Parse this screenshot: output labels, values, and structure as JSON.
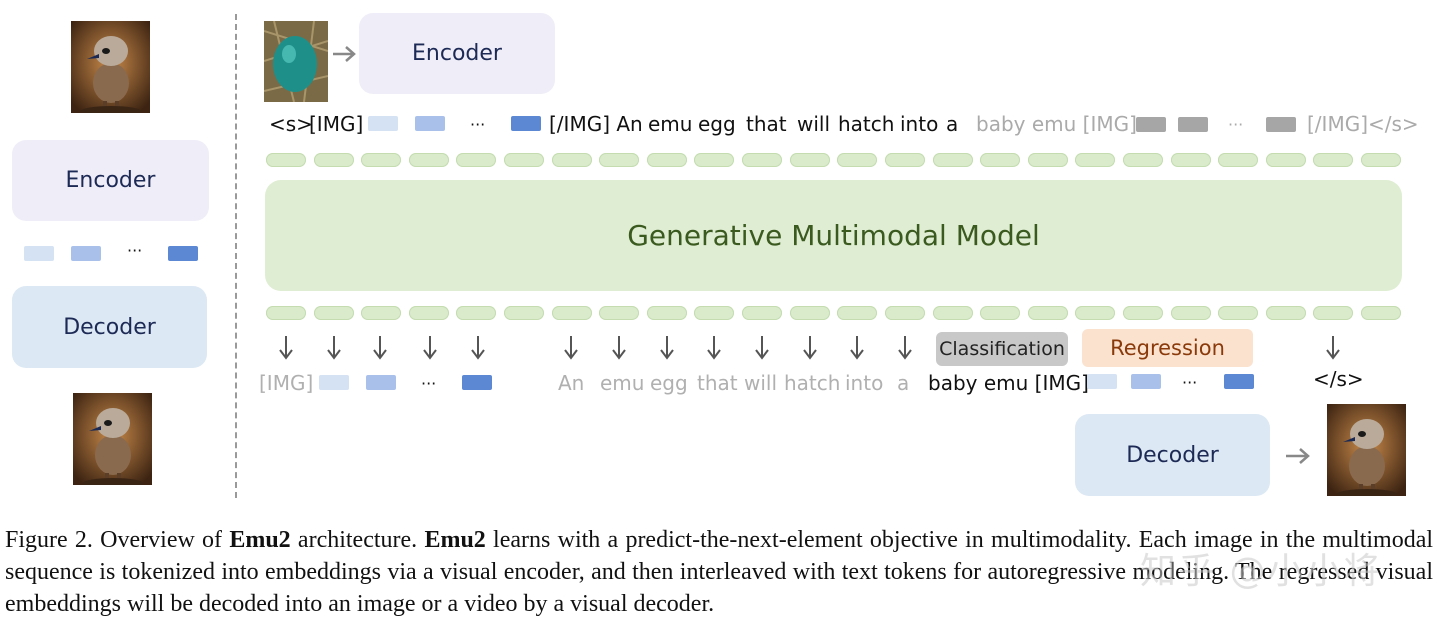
{
  "colors": {
    "encoder_bg": "#efeef8",
    "decoder_bg": "#dce8f4",
    "model_bg": "#dfedd2",
    "model_text": "#3a5a1f",
    "pill": "#d9ebcb",
    "emb_light": "#d5e2f3",
    "emb_mid": "#a9c1ea",
    "emb_dark": "#5c87d2",
    "emb_gray": "#a6a6a6",
    "classification_bg": "#c8c8c8",
    "regression_bg": "#fbe2cf",
    "regression_text": "#8a3a0a"
  },
  "left_panel": {
    "encoder_label": "Encoder",
    "decoder_label": "Decoder",
    "ellipsis": "···",
    "top_image_icon": "emu-chick-image",
    "bottom_image_icon": "emu-chick-image"
  },
  "top": {
    "image_icon": "emu-egg-image",
    "encoder_label": "Encoder",
    "tokens": {
      "s": "<s>",
      "img_open": "[IMG]",
      "ellipsis": "···",
      "img_close_an": "[/IMG] An",
      "emu": "emu",
      "egg": "egg",
      "that": "that",
      "will": "will",
      "hatch": "hatch",
      "into": "into",
      "a": "a",
      "baby_emu_img": "baby emu [IMG]",
      "ellipsis2": "···",
      "img_close_s": "[/IMG]</s>"
    }
  },
  "model": {
    "label": "Generative Multimodal Model"
  },
  "bottom": {
    "outputs": {
      "img": "[IMG]",
      "ellipsis": "···",
      "an": "An",
      "emu": "emu",
      "egg": "egg",
      "that": "that",
      "will": "will",
      "hatch": "hatch",
      "into": "into",
      "a": "a",
      "baby_emu_img": "baby emu [IMG]",
      "ellipsis2": "···",
      "end": "</s>"
    },
    "classification_label": "Classification",
    "regression_label": "Regression",
    "decoder_label": "Decoder",
    "output_image_icon": "emu-chick-image"
  },
  "caption": {
    "prefix": "Figure 2.  Overview of ",
    "bold1": "Emu2",
    "mid1": " architecture.  ",
    "bold2": "Emu2",
    "rest": " learns with a predict-the-next-element objective in multimodality. Each image in the multimodal sequence is tokenized into embeddings via a visual encoder, and then interleaved with text tokens for autoregressive modeling. The regressed visual embeddings will be decoded into an image or a video by a visual decoder."
  },
  "watermark": "知乎 @小小将"
}
